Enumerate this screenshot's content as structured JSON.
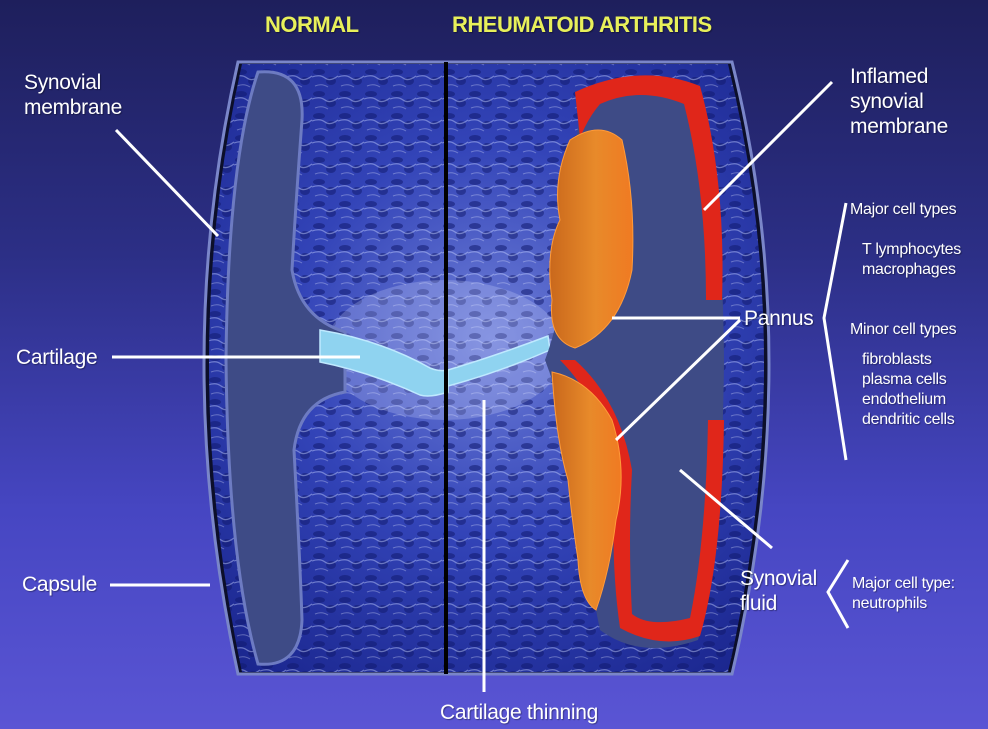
{
  "headings": {
    "normal": "NORMAL",
    "ra": "RHEUMATOID ARTHRITIS"
  },
  "labels": {
    "synovial_membrane": "Synovial\nmembrane",
    "cartilage": "Cartilage",
    "capsule": "Capsule",
    "inflamed_synovial_membrane": "Inflamed\nsynovial\nmembrane",
    "pannus": "Pannus",
    "synovial_fluid": "Synovial\nfluid",
    "cartilage_thinning": "Cartilage thinning"
  },
  "pannus_cells": {
    "major_title": "Major cell types",
    "major_items": "T lymphocytes\nmacrophages",
    "minor_title": "Minor cell types",
    "minor_items": "fibroblasts\nplasma cells\nendothelium\ndendritic cells"
  },
  "fluid_cells": {
    "text": "Major cell type:\nneutrophils"
  },
  "colors": {
    "background": "#2c2f86",
    "heading": "#e8f05a",
    "synovium_space": "#3e4b86",
    "bone": "#2334a6",
    "cartilage": "#8fd3f0",
    "pannus_orange": "#e58a2a",
    "inflamed_red": "#e0261a"
  }
}
